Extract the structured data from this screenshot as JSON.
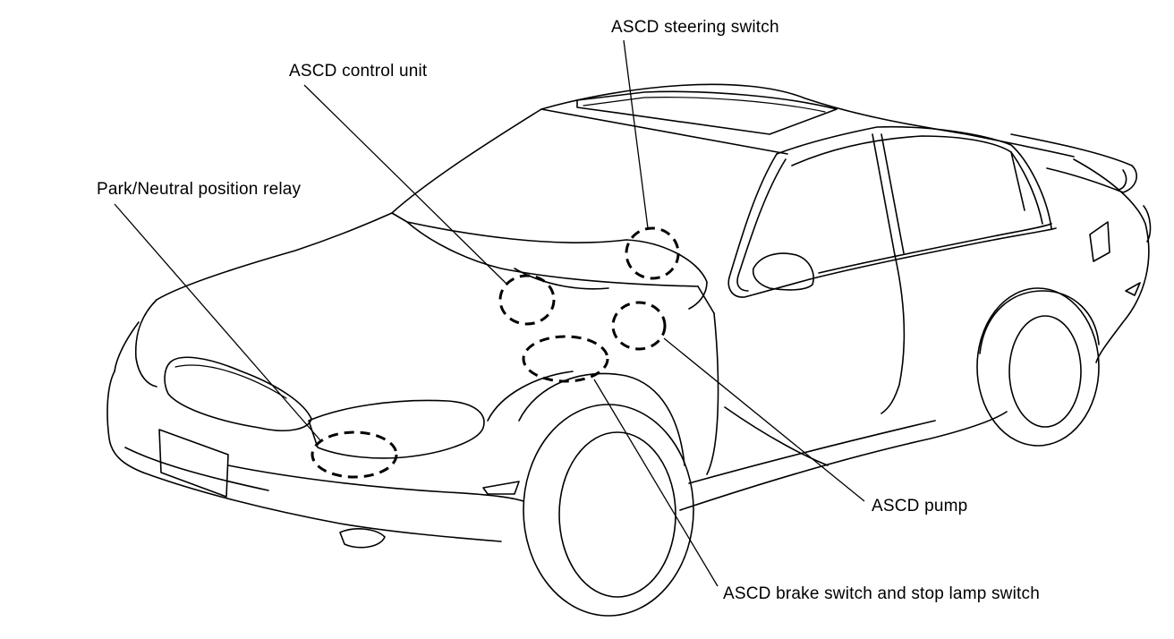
{
  "labels": {
    "steering_switch": "ASCD steering switch",
    "control_unit": "ASCD control unit",
    "pn_relay": "Park/Neutral position relay",
    "pump": "ASCD pump",
    "brake_switch": "ASCD brake switch and stop lamp switch"
  }
}
